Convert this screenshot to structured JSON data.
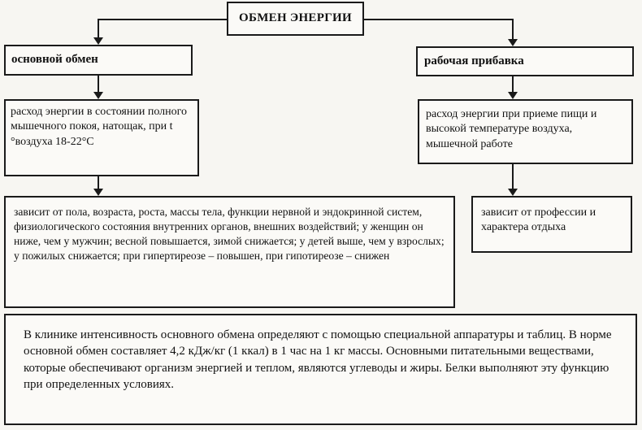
{
  "title": "ОБМЕН ЭНЕРГИИ",
  "basal": {
    "label": "основной обмен",
    "description": "расход энергии в состоянии полного мышечного покоя, натощак, при t °воздуха 18-22°С",
    "depends": "зависит от пола, возраста, роста, массы тела, функции нервной и эндокринной систем, физиологического состояния внутренних органов, внешних воздействий; у женщин он ниже, чем у мужчин; весной повышается, зимой снижается; у детей выше, чем у взрослых; у пожилых снижается; при гипертиреозе – повышен, при гипотиреозе – снижен"
  },
  "work": {
    "label": "рабочая прибавка",
    "description": "расход энергии при приеме пищи и высокой температуре воздуха, мышечной работе",
    "depends": "зависит от профессии и характера отдыха"
  },
  "note": "В клинике интенсивность основного обмена определяют с помощью специальной аппаратуры и таблиц. В норме основной обмен составляет 4,2 кДж/кг (1 ккал) в 1 час на 1 кг массы. Основными питательными веществами, которые обеспечивают организм энергией и теплом, являются углеводы и жиры. Белки выполняют эту функцию при определенных условиях."
}
